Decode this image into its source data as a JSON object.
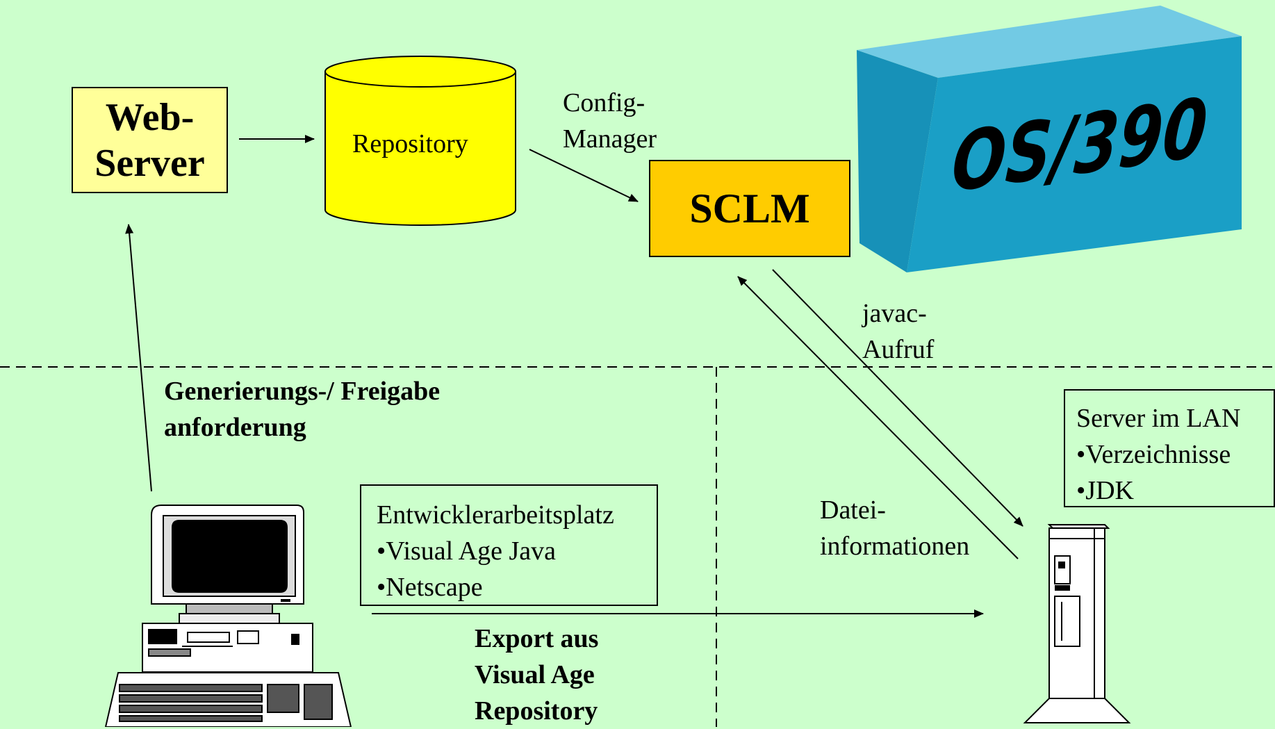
{
  "nodes": {
    "web_server": [
      "Web-",
      "Server"
    ],
    "repository": "Repository",
    "sclm": "SCLM",
    "os390": "OS/390",
    "developer_workstation": {
      "title": "Entwicklerarbeitsplatz",
      "items": [
        "•Visual Age Java",
        "•Netscape"
      ]
    },
    "lan_server": {
      "title": "Server im LAN",
      "items": [
        "•Verzeichnisse",
        "•JDK"
      ]
    }
  },
  "edge_labels": {
    "config_manager": [
      "Config-",
      "Manager"
    ],
    "javac_aufruf": [
      "javac-",
      "Aufruf"
    ],
    "datei_informationen": [
      "Datei-",
      "informationen"
    ],
    "generierung": [
      "Generierungs-/ Freigabe",
      "anforderung"
    ],
    "export": [
      "Export aus",
      "Visual Age",
      "Repository"
    ]
  },
  "colors": {
    "background": "#ccffcc",
    "web_server_fill": "#ffff99",
    "repository_fill": "#ffff00",
    "sclm_fill": "#ffcc00",
    "os390_fill": "#1a9fc6"
  }
}
